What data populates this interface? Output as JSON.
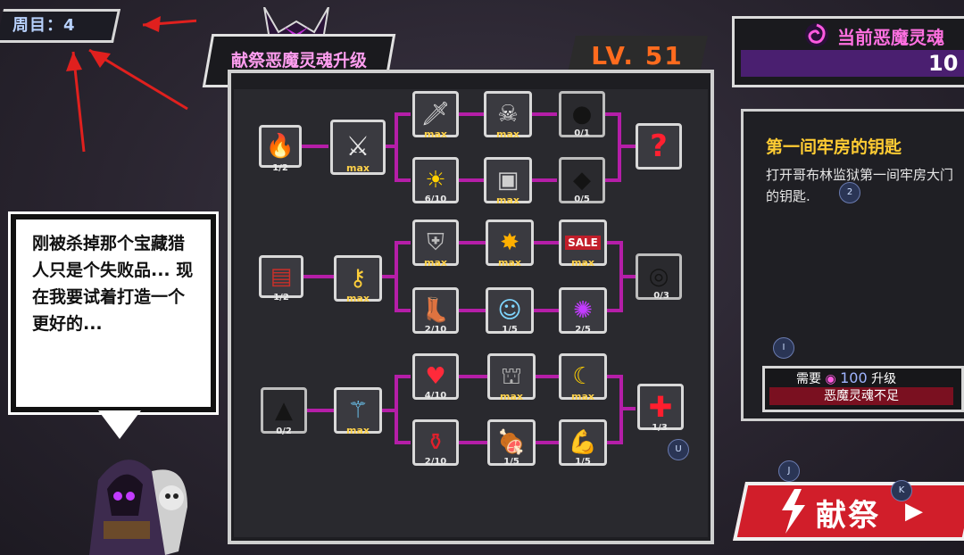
{
  "round": {
    "label": "周目：4"
  },
  "panel": {
    "title": "献祭恶魔灵魂升级",
    "level": "LV. 51"
  },
  "currency": {
    "label": "当前恶魔灵魂",
    "value": "10"
  },
  "speech": {
    "text": "刚被杀掉那个宝藏猎人只是个失败品... 现在我要试着打造一个更好的..."
  },
  "info": {
    "title": "第一间牢房的钥匙",
    "description": "打开哥布林监狱第一间牢房大门的钥匙.",
    "cost_prefix": "需要",
    "cost_value": "100",
    "cost_suffix": "升级",
    "warning": "恶魔灵魂不足"
  },
  "sacrifice": {
    "label": "献祭"
  },
  "colors": {
    "accent_pink": "#ff70e0",
    "level_orange": "#ff6b1e",
    "max_gold": "#ffd24a",
    "link_magenta": "#b51ea8",
    "button_red": "#d11e2a"
  },
  "markers": [
    "2",
    "I",
    "U",
    "J",
    "K"
  ],
  "nodes": [
    {
      "id": "r1-start",
      "icon": "brazier-icon",
      "glyph": "🔥",
      "label": "1/2"
    },
    {
      "id": "r1-scythe",
      "icon": "scythe-icon",
      "glyph": "⚔",
      "label": "max"
    },
    {
      "id": "r1-sword",
      "icon": "sword-up-icon",
      "glyph": "🗡",
      "label": "max"
    },
    {
      "id": "r1-skull",
      "icon": "skeleton-icon",
      "glyph": "☠",
      "label": "max"
    },
    {
      "id": "r1-locked-a",
      "icon": "locked-bomb-icon",
      "glyph": "●",
      "label": "0/1"
    },
    {
      "id": "r1-sun",
      "icon": "sun-up-icon",
      "glyph": "☀",
      "label": "6/10"
    },
    {
      "id": "r1-armor",
      "icon": "armor-icon",
      "glyph": "▣",
      "label": "max"
    },
    {
      "id": "r1-locked-b",
      "icon": "locked-wing-icon",
      "glyph": "◆",
      "label": "0/5"
    },
    {
      "id": "r1-mystery",
      "icon": "question-icon",
      "glyph": "?",
      "label": ""
    },
    {
      "id": "r2-start",
      "icon": "treasure-chest-icon",
      "glyph": "▤",
      "label": "1/2"
    },
    {
      "id": "r2-key",
      "icon": "key-icon",
      "glyph": "⚷",
      "label": "max"
    },
    {
      "id": "r2-shield",
      "icon": "shield-up-icon",
      "glyph": "⛨",
      "label": "max"
    },
    {
      "id": "r2-loot",
      "icon": "loot-icon",
      "glyph": "✸",
      "label": "max"
    },
    {
      "id": "r2-sale",
      "icon": "sale-icon",
      "glyph": "SALE",
      "label": "max"
    },
    {
      "id": "r2-boot",
      "icon": "winged-boot-icon",
      "glyph": "👢",
      "label": "2/10"
    },
    {
      "id": "r2-ghost",
      "icon": "ghost-icon",
      "glyph": "☺",
      "label": "1/5"
    },
    {
      "id": "r2-soul",
      "icon": "soul-icon",
      "glyph": "✺",
      "label": "2/5"
    },
    {
      "id": "r2-locked",
      "icon": "locked-disc-icon",
      "glyph": "◎",
      "label": "0/3"
    },
    {
      "id": "r3-start",
      "icon": "locked-hat-icon",
      "glyph": "▲",
      "label": "0/2"
    },
    {
      "id": "r3-wand",
      "icon": "wand-icon",
      "glyph": "⚚",
      "label": "max"
    },
    {
      "id": "r3-heart",
      "icon": "heart-up-icon",
      "glyph": "♥",
      "label": "4/10"
    },
    {
      "id": "r3-tomb",
      "icon": "tombstone-icon",
      "glyph": "⛫",
      "label": "max"
    },
    {
      "id": "r3-banana",
      "icon": "banana-icon",
      "glyph": "☾",
      "label": "max"
    },
    {
      "id": "r3-potion",
      "icon": "potion-icon",
      "glyph": "⚱",
      "label": "2/10"
    },
    {
      "id": "r3-meat",
      "icon": "meat-icon",
      "glyph": "🍖",
      "label": "1/5"
    },
    {
      "id": "r3-muscle",
      "icon": "muscle-icon",
      "glyph": "💪",
      "label": "1/5"
    },
    {
      "id": "r3-cross",
      "icon": "red-cross-icon",
      "glyph": "✚",
      "label": "1/3"
    }
  ]
}
